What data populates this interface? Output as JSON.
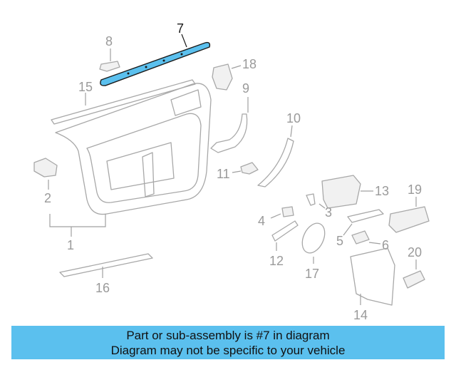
{
  "callouts": {
    "c1": "1",
    "c2": "2",
    "c3": "3",
    "c4": "4",
    "c5": "5",
    "c6": "6",
    "c7": "7",
    "c8": "8",
    "c9": "9",
    "c10": "10",
    "c11": "11",
    "c12": "12",
    "c13": "13",
    "c14": "14",
    "c15": "15",
    "c16": "16",
    "c17": "17",
    "c18": "18",
    "c19": "19",
    "c20": "20"
  },
  "highlight": {
    "part": "7",
    "color": "#5bc0ee"
  },
  "banner": {
    "line1": "Part or sub-assembly is #7 in diagram",
    "line2": "Diagram may not be specific to your vehicle",
    "color": "#5bc0ee"
  }
}
